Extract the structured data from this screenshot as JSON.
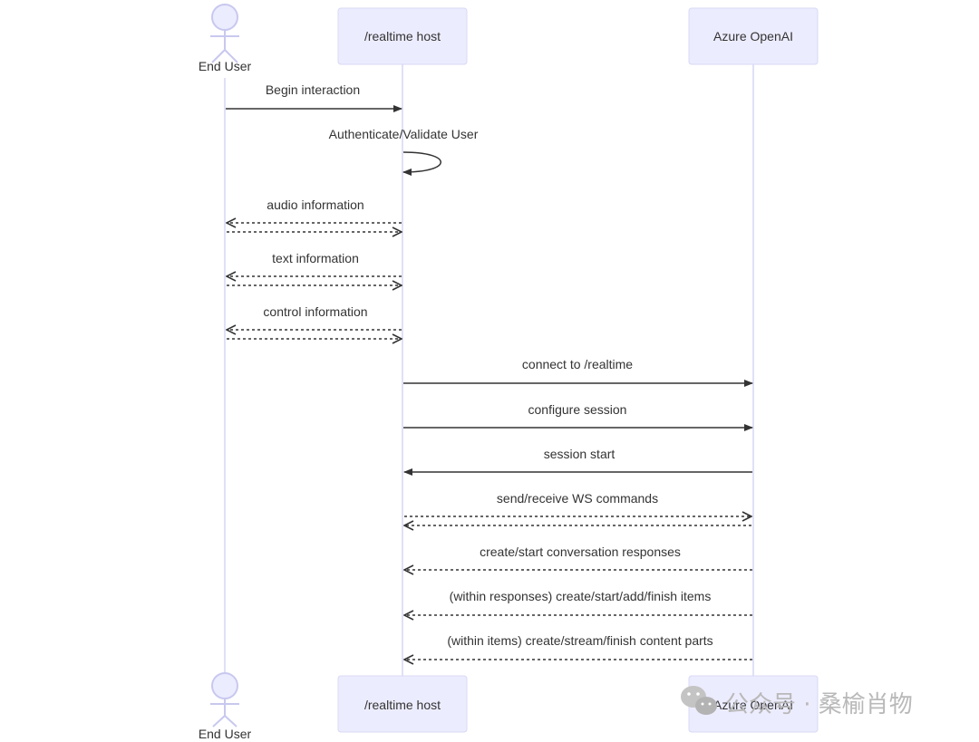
{
  "participants": [
    {
      "id": "user",
      "label": "End User",
      "kind": "actor"
    },
    {
      "id": "host",
      "label": "/realtime host",
      "kind": "box"
    },
    {
      "id": "aoai",
      "label": "Azure OpenAI",
      "kind": "box"
    }
  ],
  "messages": [
    {
      "from": "user",
      "to": "host",
      "label": "Begin interaction",
      "style": "solid"
    },
    {
      "from": "host",
      "to": "host",
      "label": "Authenticate/Validate User",
      "style": "solid"
    },
    {
      "from": "host",
      "to": "user",
      "label": "audio information",
      "style": "dashed",
      "bidirectional": true
    },
    {
      "from": "host",
      "to": "user",
      "label": "text information",
      "style": "dashed",
      "bidirectional": true
    },
    {
      "from": "host",
      "to": "user",
      "label": "control information",
      "style": "dashed",
      "bidirectional": true
    },
    {
      "from": "host",
      "to": "aoai",
      "label": "connect to /realtime",
      "style": "solid"
    },
    {
      "from": "host",
      "to": "aoai",
      "label": "configure session",
      "style": "solid"
    },
    {
      "from": "aoai",
      "to": "host",
      "label": "session start",
      "style": "solid"
    },
    {
      "from": "host",
      "to": "aoai",
      "label": "send/receive WS commands",
      "style": "dashed",
      "bidirectional": true
    },
    {
      "from": "aoai",
      "to": "host",
      "label": "create/start conversation responses",
      "style": "dashed"
    },
    {
      "from": "aoai",
      "to": "host",
      "label": "(within responses) create/start/add/finish items",
      "style": "dashed"
    },
    {
      "from": "aoai",
      "to": "host",
      "label": "(within items) create/stream/finish content parts",
      "style": "dashed"
    }
  ],
  "watermark": {
    "text": "公众号 · 桑榆肖物",
    "icon": "wechat-icon"
  },
  "colors": {
    "lifeline": "#d6d6f5",
    "actor_fill": "#ECECFF",
    "actor_stroke": "#9370DB",
    "arrow": "#333333",
    "text": "#333333",
    "watermark": "#b9b9b9"
  }
}
